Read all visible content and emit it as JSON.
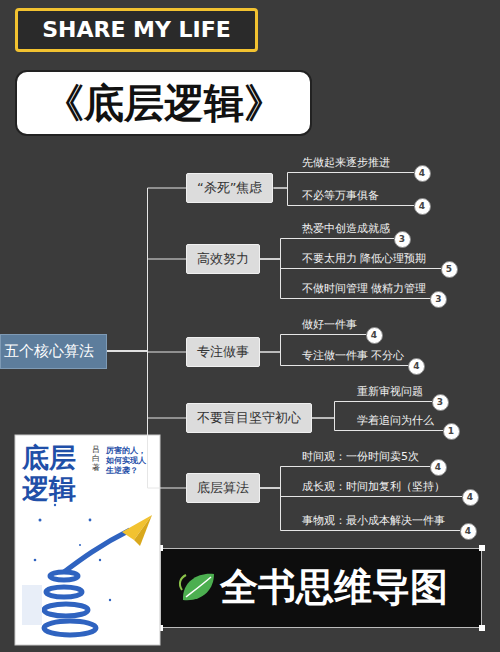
{
  "diagram": {
    "title": "《底层逻辑》",
    "caption": "全书思维导图",
    "nodes": [
      {
        "text": [
          "五个核心算法"
        ]
      },
      {
        "text": [
          "“杀死”焦虑"
        ]
      },
      {
        "text": [
          "先做起来逐步推进"
        ]
      },
      {
        "text": [
          "不必等万事俱备"
        ]
      },
      {
        "text": [
          "高效努力"
        ]
      },
      {
        "text": [
          "热爱中创造成就感"
        ]
      },
      {
        "text": [
          "不要太用力 降低心理预期"
        ]
      },
      {
        "text": [
          "不做时间管理 做精力管理"
        ]
      },
      {
        "text": [
          "专注做事"
        ]
      },
      {
        "text": [
          "做好一件事"
        ]
      },
      {
        "text": [
          "专注做一件事 不分心"
        ]
      },
      {
        "text": [
          "不要盲目坚守初心"
        ]
      },
      {
        "text": [
          "重新审视问题"
        ]
      },
      {
        "text": [
          "学着追问为什么"
        ]
      },
      {
        "text": [
          "底层算法"
        ]
      },
      {
        "text": [
          "时间观：一份时间卖5次"
        ]
      },
      {
        "text": [
          "成长观：时间加复利（坚持）"
        ]
      },
      {
        "text": [
          "事物观：最小成本解决一件事"
        ]
      }
    ],
    "edges": [
      {
        "from": 0,
        "to": 1,
        "arrow": "none"
      },
      {
        "from": 0,
        "to": 4,
        "arrow": "none"
      },
      {
        "from": 0,
        "to": 8,
        "arrow": "none"
      },
      {
        "from": 0,
        "to": 11,
        "arrow": "none"
      },
      {
        "from": 0,
        "to": 14,
        "arrow": "none"
      },
      {
        "from": 1,
        "to": 2,
        "arrow": "none"
      },
      {
        "from": 1,
        "to": 3,
        "arrow": "none"
      },
      {
        "from": 4,
        "to": 5,
        "arrow": "none"
      },
      {
        "from": 4,
        "to": 6,
        "arrow": "none"
      },
      {
        "from": 4,
        "to": 7,
        "arrow": "none"
      },
      {
        "from": 8,
        "to": 9,
        "arrow": "none"
      },
      {
        "from": 8,
        "to": 10,
        "arrow": "none"
      },
      {
        "from": 11,
        "to": 12,
        "arrow": "none"
      },
      {
        "from": 11,
        "to": 13,
        "arrow": "none"
      },
      {
        "from": 14,
        "to": 15,
        "arrow": "none"
      },
      {
        "from": 14,
        "to": 16,
        "arrow": "none"
      },
      {
        "from": 14,
        "to": 17,
        "arrow": "none"
      }
    ],
    "labels": [
      "SHARE MY LIFE",
      "4",
      "4",
      "3",
      "5",
      "3",
      "4",
      "4",
      "3",
      "1",
      "4",
      "4",
      "4",
      "底层",
      "逻辑",
      "吕白 著",
      "厉害的人，如何实现人生逆袭？"
    ]
  }
}
